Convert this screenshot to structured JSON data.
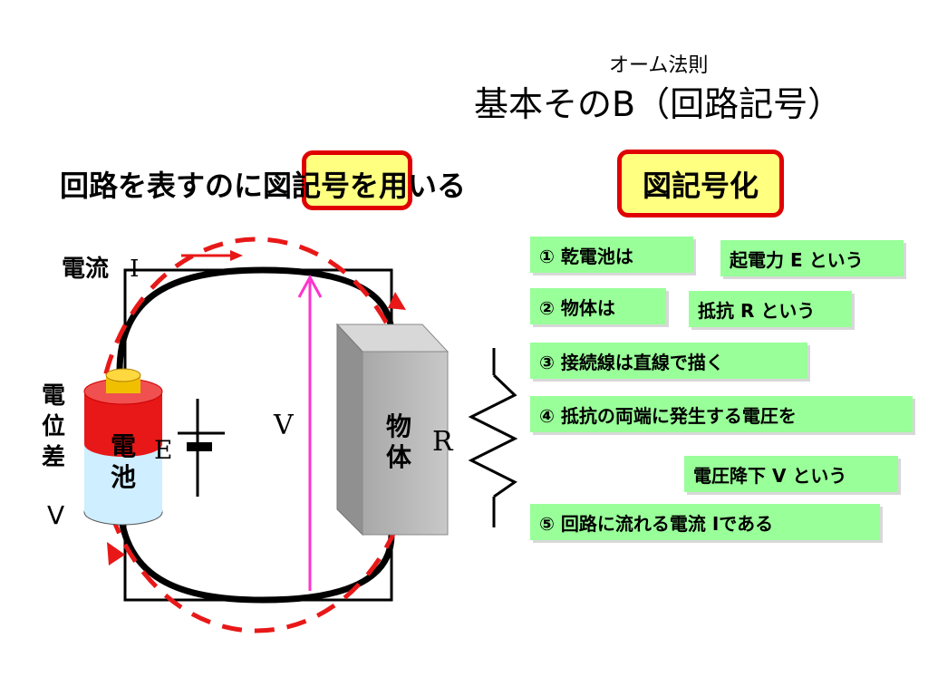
{
  "slide": {
    "subtitle": "オーム法則",
    "title": "基本そのB（回路記号）"
  },
  "intro": {
    "pre": "回路を表すのに",
    "highlight": "図記号",
    "post": "を用いる"
  },
  "badge": "図記号化",
  "diagram": {
    "current_label": "電流",
    "current_symbol": "I",
    "potential_label": [
      "電",
      "位",
      "差"
    ],
    "potential_symbol": "V",
    "battery_label": [
      "電",
      "池"
    ],
    "emf_symbol": "E",
    "voltage_symbol": "V",
    "object_label": [
      "物",
      "体"
    ],
    "resistance_symbol": "R",
    "colors": {
      "current_loop": "#e81818",
      "voltage_arrow": "#ff33cc",
      "battery_top": "#e81818",
      "battery_bottom": "#cfeeff",
      "battery_cap": "#f0c000",
      "object_box": "#b8b8b8"
    }
  },
  "notes": [
    {
      "text": "①  乾電池は"
    },
    {
      "text": "起電力 E という"
    },
    {
      "text": "②  物体は"
    },
    {
      "text": "抵抗 R という"
    },
    {
      "text": "③  接続線は直線で描く"
    },
    {
      "text": "④  抵抗の両端に発生する電圧を"
    },
    {
      "text": "電圧降下 V という"
    },
    {
      "text": "⑤  回路に流れる電流 Iである"
    }
  ]
}
